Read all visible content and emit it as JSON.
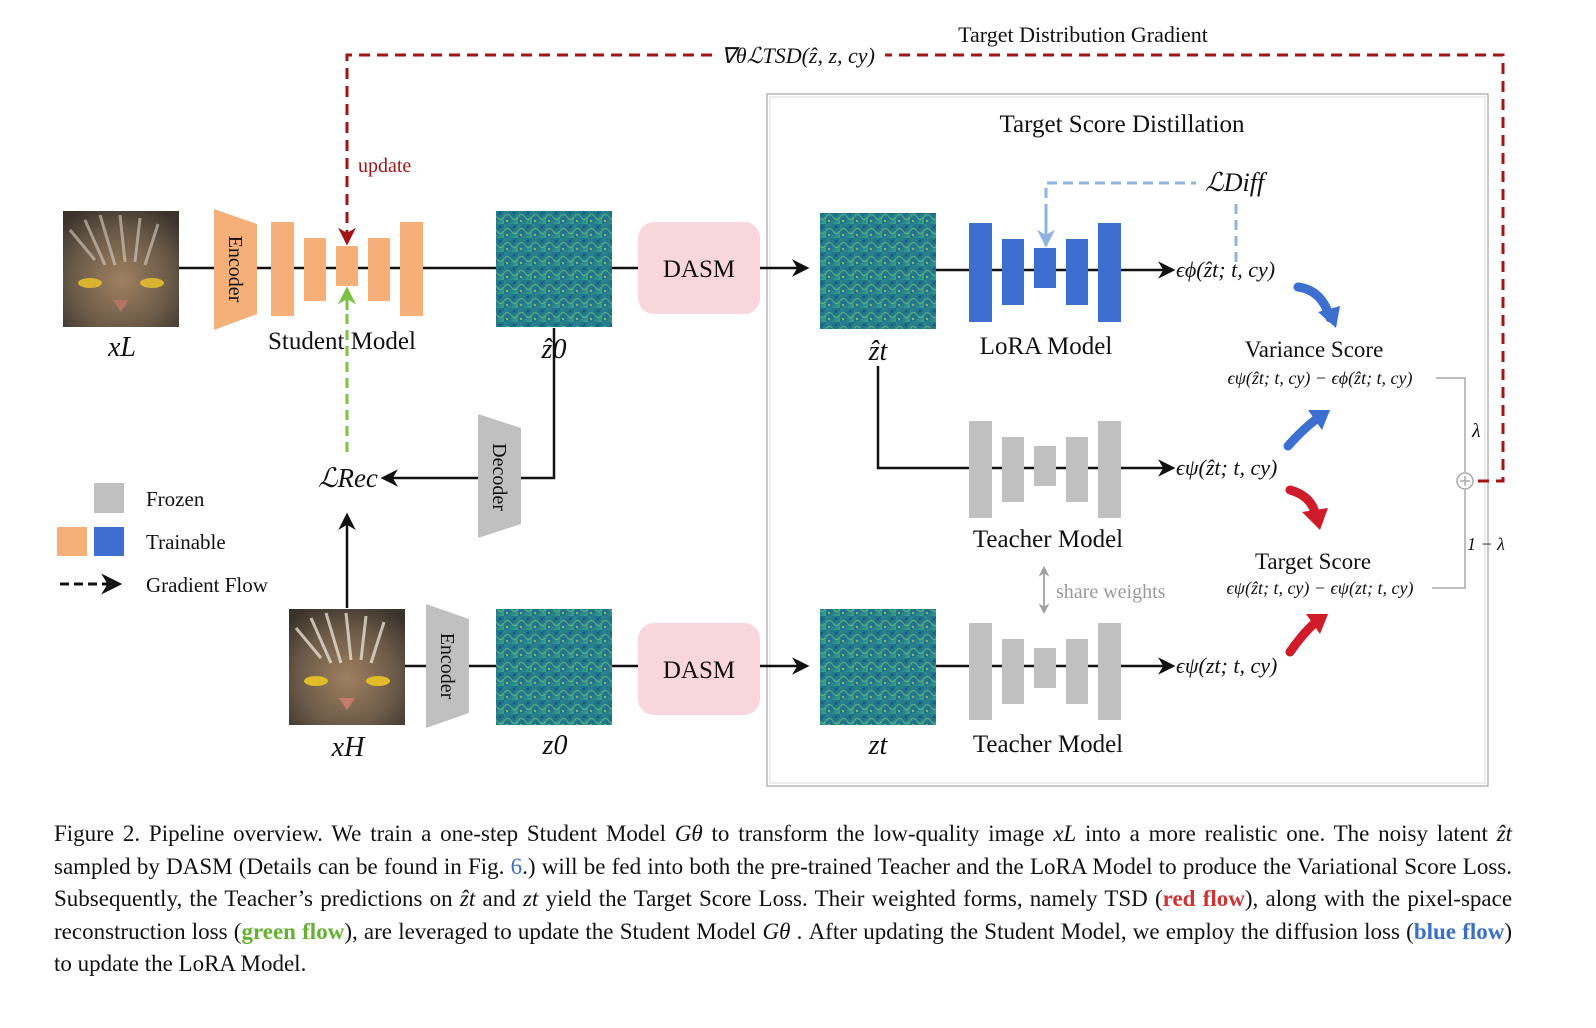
{
  "diagram": {
    "labels": {
      "tsd_gradient_title": "Target Distribution Gradient",
      "tsd_gradient_formula": "∇θℒTSD(ẑ, z, cy)",
      "update": "update",
      "tsd_box_title": "Target Score Distillation",
      "l_diff": "ℒDiff",
      "encoder_top": "Encoder",
      "student_model": "Student Model",
      "x_l": "xL",
      "z_hat_0": "ẑ0",
      "dasm_top": "DASM",
      "z_hat_t": "ẑt",
      "lora_model": "LoRA Model",
      "eps_phi": "ϵϕ(ẑt; t, cy)",
      "variance_score": "Variance Score",
      "variance_formula": "ϵψ(ẑt; t, cy) − ϵϕ(ẑt; t, cy)",
      "lambda": "λ",
      "one_minus_lambda": "1 − λ",
      "l_rec": "ℒRec",
      "decoder": "Decoder",
      "teacher_model_mid": "Teacher Model",
      "eps_psi_hat": "ϵψ(ẑt; t, cy)",
      "target_score": "Target Score",
      "target_formula": "ϵψ(ẑt; t, cy) − ϵψ(zt; t, cy)",
      "share_weights": "share weights",
      "x_h": "xH",
      "encoder_bottom": "Encoder",
      "z_0": "z0",
      "dasm_bottom": "DASM",
      "z_t": "zt",
      "teacher_model_bottom": "Teacher Model",
      "eps_psi": "ϵψ(zt; t, cy)"
    },
    "legend": {
      "frozen": "Frozen",
      "trainable": "Trainable",
      "gradient_flow": "Gradient Flow"
    },
    "colors": {
      "frozen": "#c0c0c0",
      "trainable_orange": "#f5b07a",
      "trainable_blue": "#3c6fcf",
      "dasm": "#f8d6dc",
      "red_flow": "#a31515",
      "green_flow": "#7cc142",
      "blue_flow": "#8fb3e0"
    }
  },
  "caption": {
    "fig_label": "Figure 2.",
    "s1": "Pipeline overview. We train a one-step Student Model",
    "g_theta": "Gθ",
    "s2": "to transform the low-quality image",
    "x_l": "xL",
    "s3": "into a more realistic one. The noisy latent",
    "z_hat_t": "ẑt",
    "s4": "sampled by DASM (Details can be found in Fig.",
    "fig_ref": "6",
    "s5": ".) will be fed into both the pre-trained Teacher and the LoRA Model to produce the Variational Score Loss. Subsequently, the Teacher’s predictions on",
    "z_hat_t2": "ẑt",
    "s6": "and",
    "z_t": "zt",
    "s7": "yield the Target Score Loss. Their weighted forms, namely TSD (",
    "red_flow": "red flow",
    "s8": "), along with the pixel-space reconstruction loss (",
    "green_flow": "green flow",
    "s9": "), are leveraged to update the Student Model",
    "g_theta2": "Gθ",
    "s10": ". After updating the Student Model, we employ the diffusion loss (",
    "blue_flow": "blue flow",
    "s11": ") to update the LoRA Model."
  }
}
